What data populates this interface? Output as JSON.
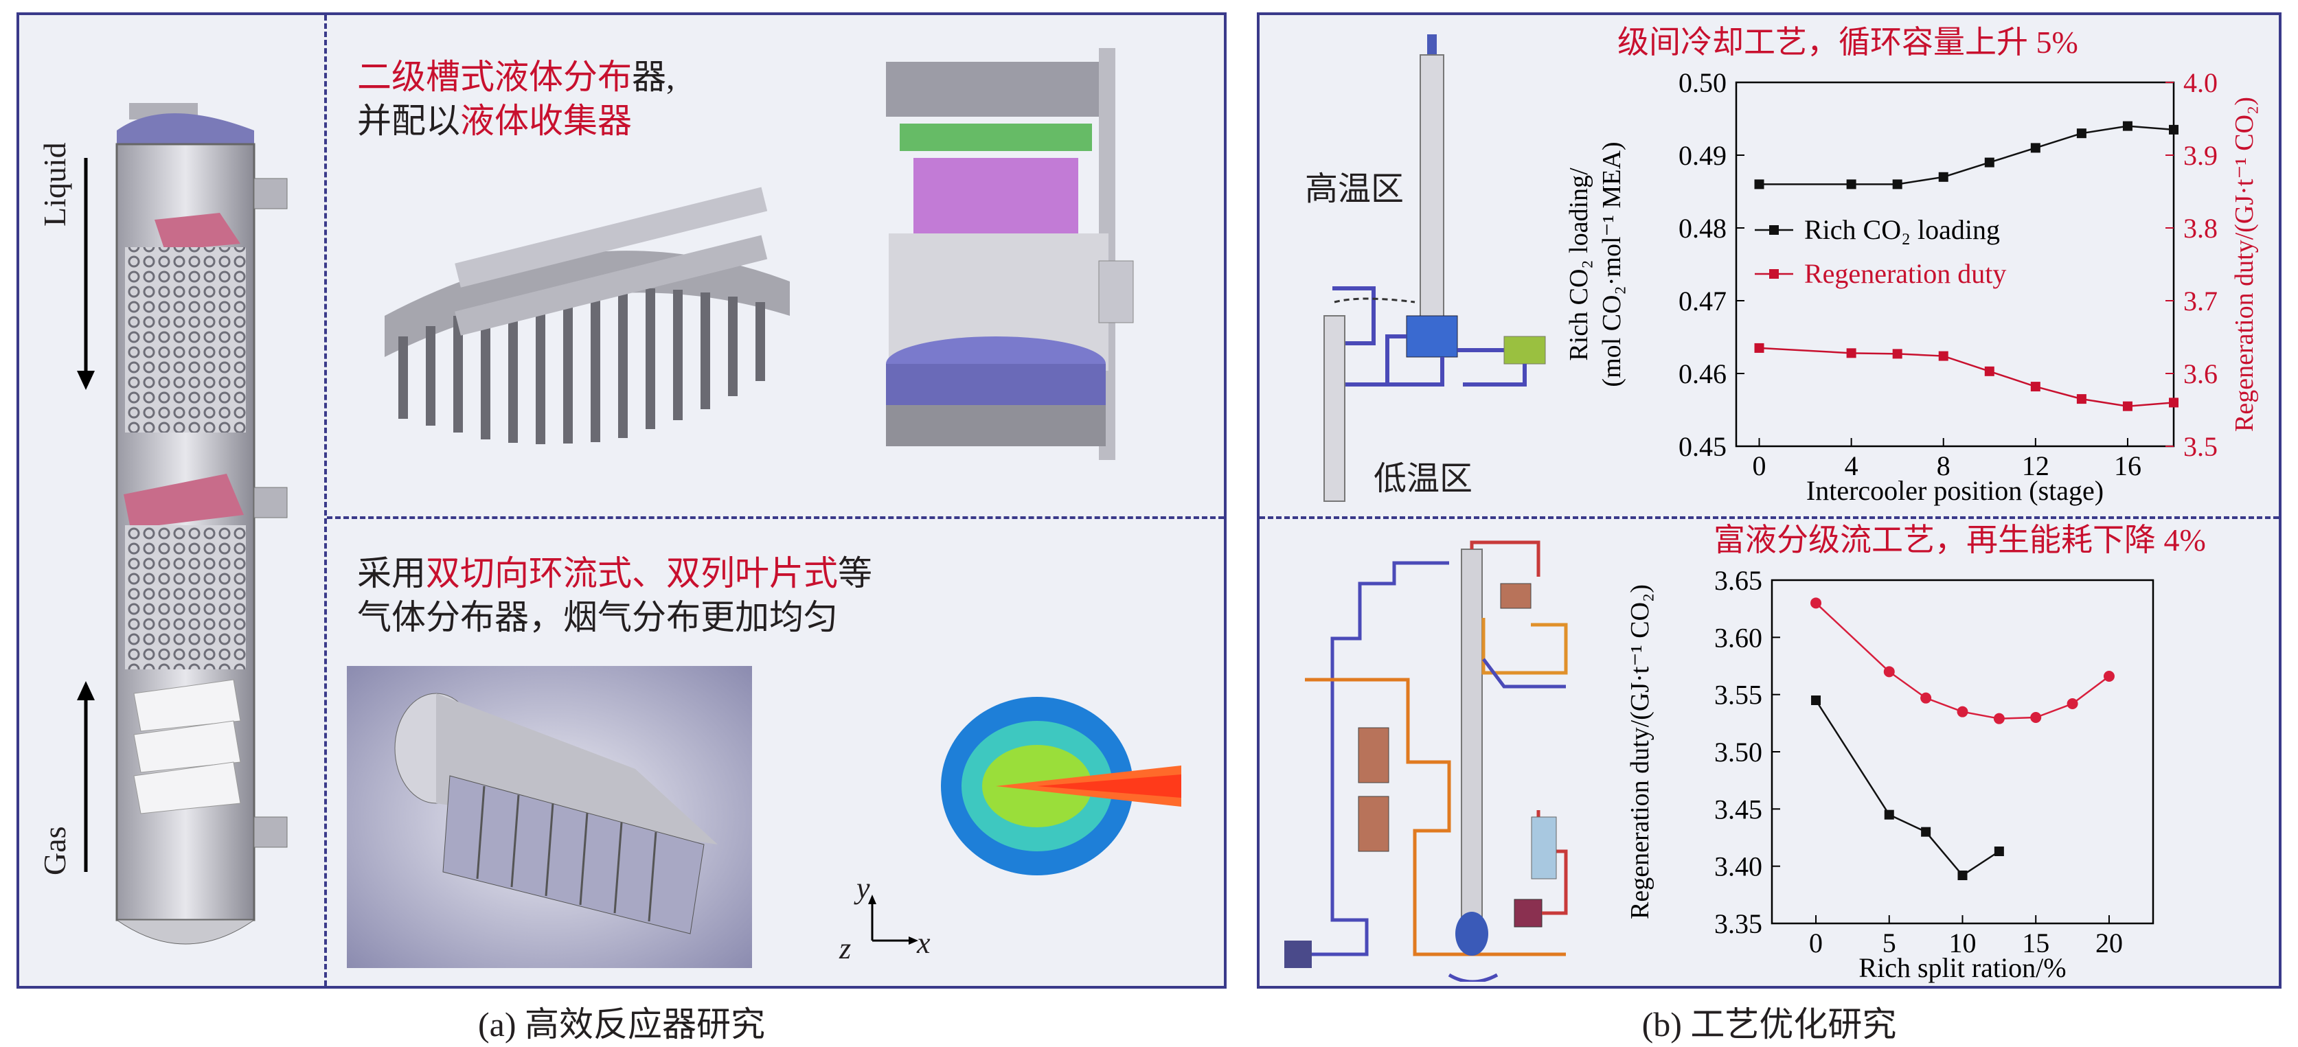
{
  "left_panel": {
    "caption": "(a) 高效反应器研究",
    "column_labels": {
      "liquid": "Liquid",
      "gas": "Gas"
    },
    "top_text": {
      "line1_red": "二级槽式液体分布",
      "line1_black": "器,",
      "line2_black": "并配以",
      "line2_red": "液体收集器"
    },
    "bottom_text": {
      "line1_black_a": "采用",
      "line1_red": "双切向环流式、双列叶片式",
      "line1_black_b": "等",
      "line2_black": "气体分布器，烟气分布更加均匀"
    },
    "axes": {
      "y": "y",
      "z": "z",
      "x": "x"
    }
  },
  "right_panel": {
    "caption": "(b) 工艺优化研究",
    "top_flow_labels": {
      "high": "高温区",
      "low": "低温区"
    }
  },
  "chart_data": [
    {
      "type": "line",
      "title": "级间冷却工艺，循环容量上升 5%",
      "xlabel": "Intercooler position (stage)",
      "ylabel_left": [
        "Rich CO₂ loading/",
        "(mol CO₂·mol⁻¹ MEA)"
      ],
      "ylabel_right": "Regeneration duty/(GJ·t⁻¹ CO₂)",
      "xlim": [
        -1,
        18
      ],
      "xticks": [
        0,
        4,
        8,
        12,
        16
      ],
      "ylim_left": [
        0.45,
        0.5
      ],
      "yticks_left": [
        "0.45",
        "0.46",
        "0.47",
        "0.48",
        "0.49",
        "0.50"
      ],
      "ylim_right": [
        3.5,
        4.0
      ],
      "yticks_right": [
        "3.5",
        "3.6",
        "3.7",
        "3.8",
        "3.9",
        "4.0"
      ],
      "series": [
        {
          "name": "Rich CO₂ loading",
          "axis": "left",
          "color": "#111111",
          "marker": "square",
          "x": [
            0,
            4,
            6,
            8,
            10,
            12,
            14,
            16,
            18
          ],
          "y": [
            0.486,
            0.486,
            0.486,
            0.487,
            0.489,
            0.491,
            0.493,
            0.494,
            0.4935
          ]
        },
        {
          "name": "Regeneration duty",
          "axis": "right",
          "color": "#c8102e",
          "marker": "square",
          "x": [
            0,
            4,
            6,
            8,
            10,
            12,
            14,
            16,
            18
          ],
          "y": [
            3.635,
            3.628,
            3.627,
            3.624,
            3.603,
            3.582,
            3.565,
            3.555,
            3.56
          ]
        }
      ]
    },
    {
      "type": "line",
      "title": "富液分级流工艺，再生能耗下降 4%",
      "xlabel": "Rich split ration/%",
      "ylabel": "Regeneration duty/(GJ·t⁻¹ CO₂)",
      "xlim": [
        -3,
        23
      ],
      "xticks": [
        0,
        5,
        10,
        15,
        20
      ],
      "ylim": [
        3.35,
        3.65
      ],
      "yticks": [
        "3.35",
        "3.40",
        "3.45",
        "3.50",
        "3.55",
        "3.60",
        "3.65"
      ],
      "series": [
        {
          "axis": "left",
          "color": "#d81e3c",
          "marker": "circle",
          "x": [
            0,
            5,
            7.5,
            10,
            12.5,
            15,
            17.5,
            20
          ],
          "y": [
            3.63,
            3.57,
            3.547,
            3.535,
            3.529,
            3.53,
            3.542,
            3.566
          ]
        },
        {
          "axis": "left",
          "color": "#111111",
          "marker": "square",
          "x": [
            0,
            5,
            7.5,
            10,
            12.5
          ],
          "y": [
            3.545,
            3.445,
            3.43,
            3.392,
            3.413
          ]
        }
      ]
    }
  ]
}
